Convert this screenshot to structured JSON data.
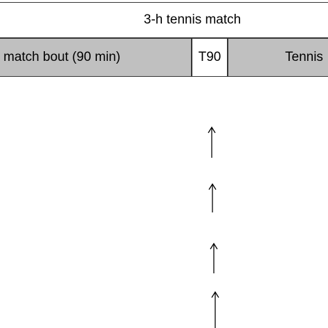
{
  "header": {
    "title": "3-h tennis match"
  },
  "timeline": {
    "segments": [
      {
        "label": "match bout (90 min)",
        "fill": "#c0c0c0"
      },
      {
        "label": "T90",
        "fill": "#ffffff"
      },
      {
        "label": "Tennis",
        "fill": "#c0c0c0"
      }
    ]
  },
  "arrows": {
    "count": 4,
    "direction": "up",
    "color": "#000000"
  }
}
